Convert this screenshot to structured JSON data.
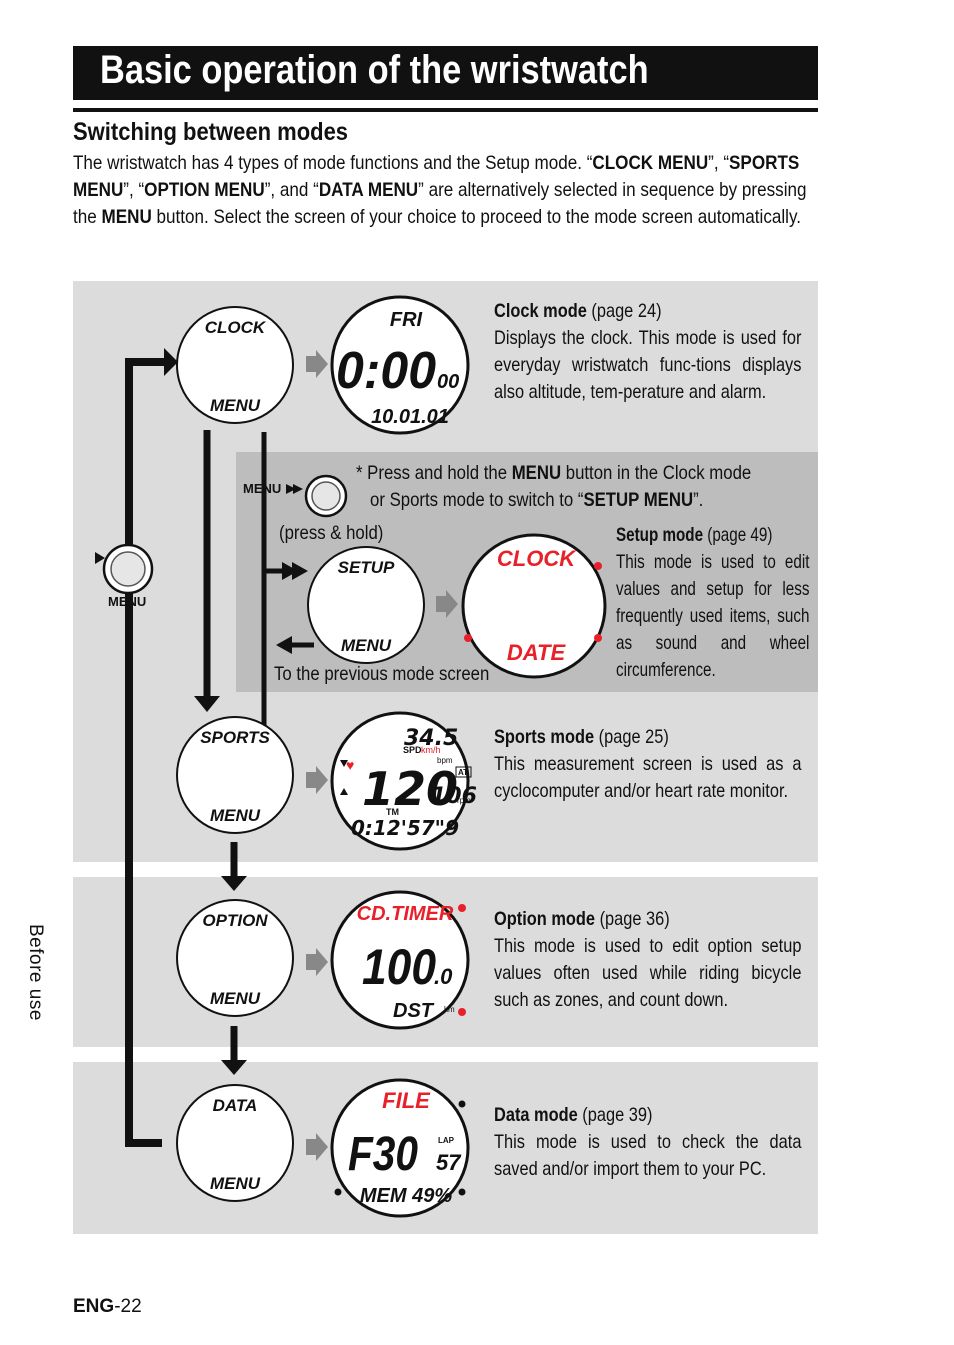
{
  "title": "Basic operation of the wristwatch",
  "section_heading": "Switching between modes",
  "intro": {
    "t1": "The wristwatch has 4 types of mode functions and the Setup mode. “",
    "b1": "CLOCK MENU",
    "t2": "”, “",
    "b2": "SPORTS MENU",
    "t3": "”, “",
    "b3": "OPTION MENU",
    "t4": "”, and “",
    "b4": "DATA MENU",
    "t5": "” are alternatively selected in sequence by pressing the ",
    "b5": "MENU",
    "t6": " button. Select the screen of your choice to proceed to the mode screen automatically."
  },
  "modes": {
    "clock": {
      "name": "Clock mode",
      "page": "(page 24)",
      "desc": "Displays the clock. This mode is used for everyday wristwatch func-tions displays also altitude, tem-perature and alarm."
    },
    "setup": {
      "name": "Setup mode",
      "page": "(page 49)",
      "desc": "This mode is used to edit values and setup for less frequently used items, such as sound and wheel circumference."
    },
    "sports": {
      "name": "Sports mode",
      "page": "(page 25)",
      "desc": "This measurement screen is used as a cyclocomputer and/or heart rate monitor."
    },
    "option": {
      "name": "Option mode",
      "page": "(page 36)",
      "desc": "This mode is used to edit option setup values often used while riding bicycle such as zones, and count down."
    },
    "data": {
      "name": "Data mode",
      "page": "(page 39)",
      "desc": "This mode is used to check the data saved and/or import them to your PC."
    }
  },
  "setup_note": {
    "t1": "* Press and hold the ",
    "b1": "MENU",
    "t2": " button in the Clock mode",
    "t3": "or Sports mode to switch to “",
    "b2": "SETUP MENU",
    "t4": "”."
  },
  "press_hold": "(press & hold)",
  "to_previous": "To the previous mode screen",
  "menu_button_label": "MENU",
  "screens": {
    "menu_word": "MENU",
    "clock_menu": "CLOCK",
    "sports_menu": "SPORTS",
    "option_menu": "OPTION",
    "data_menu": "DATA",
    "setup_menu": "SETUP",
    "clock_day": "FRI",
    "clock_time": "0:00",
    "clock_sec": "00",
    "clock_date": "10.01.01",
    "setup_item1": "CLOCK",
    "setup_item2": "DATE",
    "sports_speed": "34.5",
    "sports_spd": "SPD",
    "sports_kmh": "km/h",
    "sports_hr": "120",
    "sports_bpm": "bpm",
    "sports_at": "AT",
    "sports_cad": "106",
    "sports_rpm": "rpm",
    "sports_tm": "TM",
    "sports_time": "0:12'57\"9",
    "option_title": "CD.TIMER",
    "option_value": "100",
    "option_decimal": ".0",
    "option_dst": "DST",
    "option_km": "km",
    "data_title": "FILE",
    "data_file": "F30",
    "data_lap": "LAP",
    "data_lap_value": "57",
    "data_mem": "MEM 49%"
  },
  "side_tab": "Before use",
  "footer": {
    "prefix": "ENG",
    "page": "-22"
  },
  "colors": {
    "panel": "#dcdcdc",
    "setup_panel": "#bdbdbd",
    "lcd_red": "#e8202a",
    "title_bar": "#111111"
  }
}
